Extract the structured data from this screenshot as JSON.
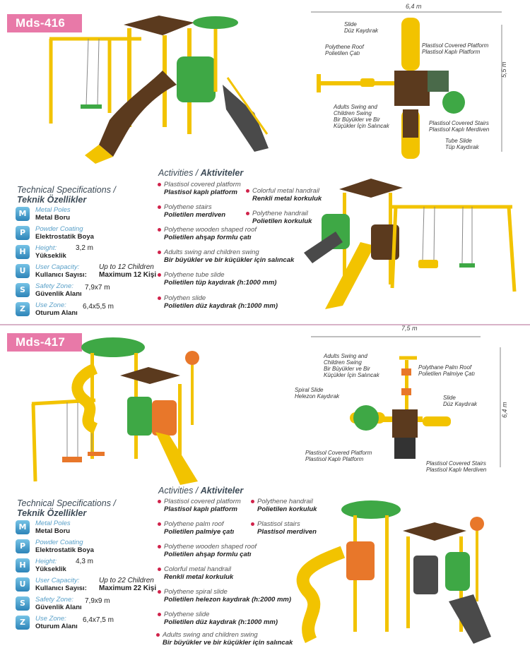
{
  "mds416": {
    "model": "Mds-416",
    "specs_title_en": "Technical Specifications /",
    "specs_title_tr": "Teknik Özellikler",
    "specs": [
      {
        "icon": "M",
        "en": "Metal Poles",
        "tr": "Metal Boru",
        "value_en": "",
        "value_tr": ""
      },
      {
        "icon": "P",
        "en": "Powder Coating",
        "tr": "Elektrostatik Boya",
        "value_en": "",
        "value_tr": ""
      },
      {
        "icon": "H",
        "en": "Height:",
        "tr": "Yükseklik",
        "value_en": "3,2 m",
        "value_tr": ""
      },
      {
        "icon": "U",
        "en": "User Capacity:",
        "tr": "Kullanıcı Sayısı:",
        "value_en": "Up to 12 Children",
        "value_tr": "Maximum 12 Kişi"
      },
      {
        "icon": "S",
        "en": "Safety Zone:",
        "tr": "Güvenlik Alanı",
        "value_en": "7,9x7 m",
        "value_tr": ""
      },
      {
        "icon": "Z",
        "en": "Use Zone:",
        "tr": "Oturum Alanı",
        "value_en": "6,4x5,5 m",
        "value_tr": ""
      }
    ],
    "activities_title_en": "Activities /",
    "activities_title_tr": "Aktiviteler",
    "activities": [
      {
        "en": "Plastisol covered platform",
        "tr": "Plastisol kaplı platform"
      },
      {
        "en": "Polythene stairs",
        "tr": "Polietilen merdiven"
      },
      {
        "en": "Polythene wooden shaped roof",
        "tr": "Polietilen ahşap formlu çatı"
      },
      {
        "en": "Adults swing and children swing",
        "tr": "Bir büyükler ve bir küçükler için salıncak"
      },
      {
        "en": "Polythene tube slide",
        "tr": "Polietilen tüp kaydırak (h:1000 mm)"
      },
      {
        "en": "Polythen slide",
        "tr": "Polietilen düz kaydırak (h:1000 mm)"
      },
      {
        "en": "Colorful metal handrail",
        "tr": "Renkli metal korkuluk"
      },
      {
        "en": "Polythene handrail",
        "tr": "Polietilen korkuluk"
      }
    ],
    "plan": {
      "width": "6,4 m",
      "depth": "5,5 m",
      "labels": [
        {
          "en": "Slide",
          "tr": "Düz Kaydırak"
        },
        {
          "en": "Polythene Roof",
          "tr": "Polietilen Çatı"
        },
        {
          "en": "Plastisol Covered Platform",
          "tr": "Plastisol Kaplı Platform"
        },
        {
          "en": "Adults Swing and Children Swing",
          "tr": "Bir Büyükler ve Bir Küçükler İçin Salıncak"
        },
        {
          "en": "Plastisol Covered Stairs",
          "tr": "Plastisol Kaplı Merdiven"
        },
        {
          "en": "Tube Slide",
          "tr": "Tüp Kaydırak"
        }
      ]
    }
  },
  "mds417": {
    "model": "Mds-417",
    "specs_title_en": "Technical Specifications /",
    "specs_title_tr": "Teknik Özellikler",
    "specs": [
      {
        "icon": "M",
        "en": "Metal Poles",
        "tr": "Metal Boru",
        "value_en": "",
        "value_tr": ""
      },
      {
        "icon": "P",
        "en": "Powder Coating",
        "tr": "Elektrostatik Boya",
        "value_en": "",
        "value_tr": ""
      },
      {
        "icon": "H",
        "en": "Height:",
        "tr": "Yükseklik",
        "value_en": "4,3 m",
        "value_tr": ""
      },
      {
        "icon": "U",
        "en": "User Capacity:",
        "tr": "Kullanıcı Sayısı:",
        "value_en": "Up to 22 Children",
        "value_tr": "Maximum 22 Kişi"
      },
      {
        "icon": "S",
        "en": "Safety Zone:",
        "tr": "Güvenlik Alanı",
        "value_en": "7,9x9 m",
        "value_tr": ""
      },
      {
        "icon": "Z",
        "en": "Use Zone:",
        "tr": "Oturum Alanı",
        "value_en": "6,4x7,5 m",
        "value_tr": ""
      }
    ],
    "activities_title_en": "Activities /",
    "activities_title_tr": "Aktiviteler",
    "activities": [
      {
        "en": "Plastisol covered platform",
        "tr": "Plastisol kaplı platform"
      },
      {
        "en": "Polythene palm roof",
        "tr": "Polietilen palmiye çatı"
      },
      {
        "en": "Polythene wooden shaped roof",
        "tr": "Polietilen ahşap formlu çatı"
      },
      {
        "en": "Colorful metal handrail",
        "tr": "Renkli metal korkuluk"
      },
      {
        "en": "Polythene spiral slide",
        "tr": "Polietilen helezon kaydırak (h:2000 mm)"
      },
      {
        "en": "Polythene slide",
        "tr": "Polietilen düz kaydırak (h:1000 mm)"
      },
      {
        "en": "Adults swing and children swing",
        "tr": "Bir büyükler ve bir küçükler için salıncak"
      },
      {
        "en": "Polythene handrail",
        "tr": "Polietilen korkuluk"
      },
      {
        "en": "Plastisol stairs",
        "tr": "Plastisol merdiven"
      }
    ],
    "plan": {
      "width": "7,5 m",
      "depth": "6,4 m",
      "labels": [
        {
          "en": "Adults Swing and Children Swing",
          "tr": "Bir Büyükler ve Bir Küçükler İçin Salıncak"
        },
        {
          "en": "Polythane Palm Roof",
          "tr": "Polietilen Palmiye Çatı"
        },
        {
          "en": "Spiral Slide",
          "tr": "Helezon Kaydırak"
        },
        {
          "en": "Slide",
          "tr": "Düz Kaydırak"
        },
        {
          "en": "Plastisol Covered Platform",
          "tr": "Plastisol Kaplı Platform"
        },
        {
          "en": "Plastisol Covered Stairs",
          "tr": "Plastisol Kaplı Merdiven"
        }
      ]
    }
  },
  "colors": {
    "tag": "#e879a8",
    "yellow": "#f2c300",
    "brown": "#5b3a1e",
    "green": "#3ea845",
    "orange": "#e8772a",
    "bullet": "#d0224a",
    "icon": "#2d84b8"
  }
}
